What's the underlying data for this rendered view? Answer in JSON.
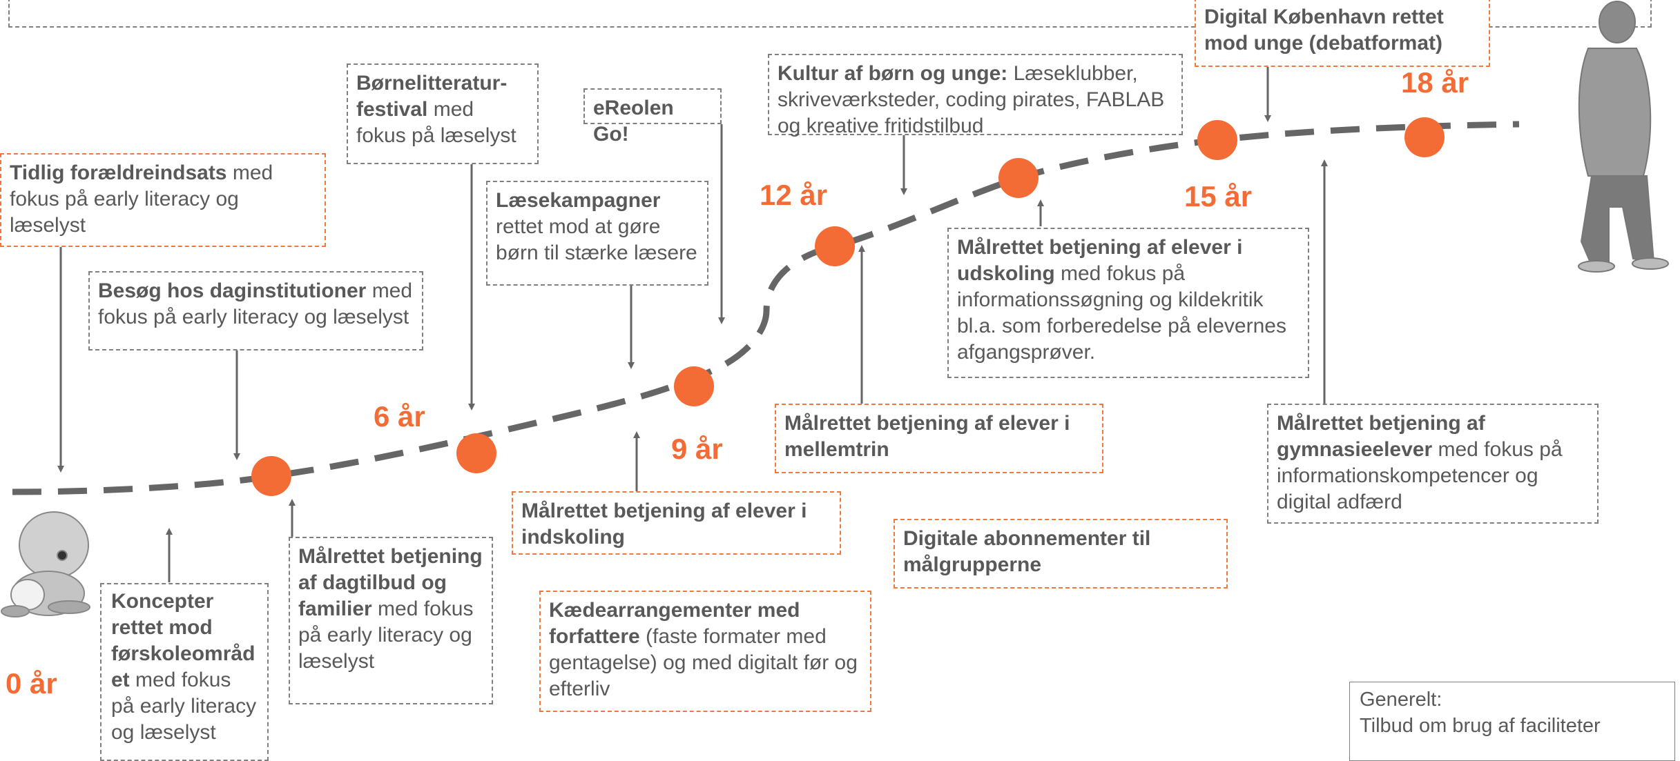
{
  "colors": {
    "accent": "#f36c35",
    "line": "#666666",
    "text": "#595959"
  },
  "ages": {
    "a0": "0 år",
    "a6": "6 år",
    "a9": "9 år",
    "a12": "12 år",
    "a15": "15 år",
    "a18": "18 år"
  },
  "boxes": {
    "digital_kbh": {
      "bold": "Digital København rettet mod unge (debatformat)"
    },
    "kultur": {
      "bold": "Kultur af børn og unge:",
      "rest": " Læseklubber, skriveværksteder, coding pirates, FABLAB og kreative fritidstilbud"
    },
    "ereolen": {
      "bold": "eReolen Go!"
    },
    "bornelit": {
      "bold": "Børnelitteratur-festival",
      "rest": " med fokus på læselyst"
    },
    "tidlig": {
      "bold": "Tidlig forældreindsats",
      "rest": " med fokus på early literacy og læselyst"
    },
    "laesekamp": {
      "bold": "Læsekampagner",
      "rest": " rettet mod at gøre børn til stærke læsere"
    },
    "besog": {
      "bold": "Besøg hos daginstitutioner",
      "rest": " med fokus på early literacy og læselyst"
    },
    "udskoling": {
      "bold": "Målrettet betjening af elever i udskoling",
      "rest": " med fokus på informationssøgning og kildekritik bl.a. som forberedelse på elevernes afgangsprøver."
    },
    "mellemtrin": {
      "bold": "Målrettet betjening af elever i mellemtrin"
    },
    "gymnasie": {
      "bold": "Målrettet betjening af gymnasieelever",
      "rest": " med fokus på informationskompetencer og digital adfærd"
    },
    "indskoling": {
      "bold": "Målrettet betjening af elever i indskoling"
    },
    "digitale_abon": {
      "bold": "Digitale abonnementer til målgrupperne"
    },
    "dagtilbud": {
      "bold": "Målrettet betjening af dagtilbud og familier",
      "rest": " med fokus på early literacy og læselyst"
    },
    "kaede": {
      "bold": "Kædearrangementer med forfattere",
      "rest": " (faste formater med gentagelse) og med digitalt før og efterliv"
    },
    "koncepter": {
      "bold": "Koncepter rettet mod førskoleområd et",
      "rest": " med fokus på early literacy og læselyst"
    },
    "generelt": {
      "line1": "Generelt:",
      "line2": "Tilbud om brug af faciliteter"
    }
  }
}
